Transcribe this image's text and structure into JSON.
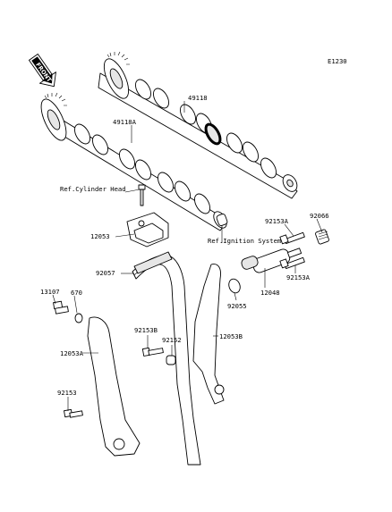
{
  "diagram": {
    "code": "E1230",
    "front_label": "FRONT",
    "parts": [
      {
        "id": "p49118",
        "label": "49118"
      },
      {
        "id": "p49118A",
        "label": "49118A"
      },
      {
        "id": "pRefCyl",
        "label": "Ref.Cylinder Head"
      },
      {
        "id": "p12053",
        "label": "12053"
      },
      {
        "id": "pRefIgn",
        "label": "Ref.Ignition System"
      },
      {
        "id": "p92153A_top",
        "label": "92153A"
      },
      {
        "id": "p92066",
        "label": "92066"
      },
      {
        "id": "p92057",
        "label": "92057"
      },
      {
        "id": "p13107",
        "label": "13107"
      },
      {
        "id": "p670",
        "label": "670"
      },
      {
        "id": "p92153A_right",
        "label": "92153A"
      },
      {
        "id": "p12048",
        "label": "12048"
      },
      {
        "id": "p92055",
        "label": "92055"
      },
      {
        "id": "p12053A",
        "label": "12053A"
      },
      {
        "id": "p92153B",
        "label": "92153B"
      },
      {
        "id": "p92152",
        "label": "92152"
      },
      {
        "id": "p12053B",
        "label": "12053B"
      },
      {
        "id": "p92153",
        "label": "92153"
      }
    ]
  }
}
